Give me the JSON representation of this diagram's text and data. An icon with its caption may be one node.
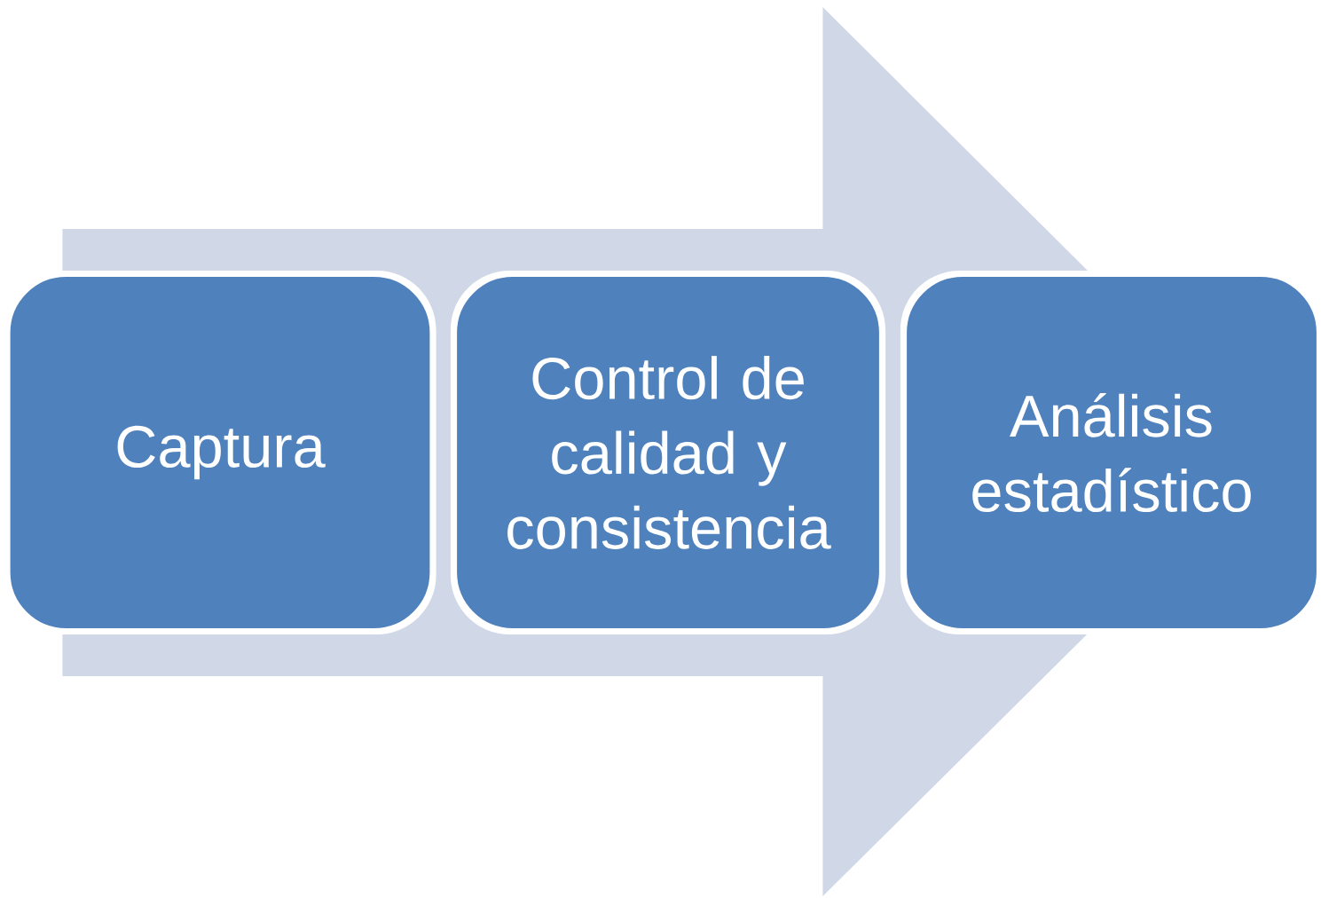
{
  "diagram": {
    "nodes": [
      {
        "text": [
          "Captura"
        ]
      },
      {
        "text": [
          "Control de calidad y consistencia"
        ]
      },
      {
        "text": [
          "Análisis estadístico"
        ]
      }
    ],
    "edges": [
      {
        "from": 0,
        "to": 2,
        "arrow": "to"
      }
    ]
  }
}
